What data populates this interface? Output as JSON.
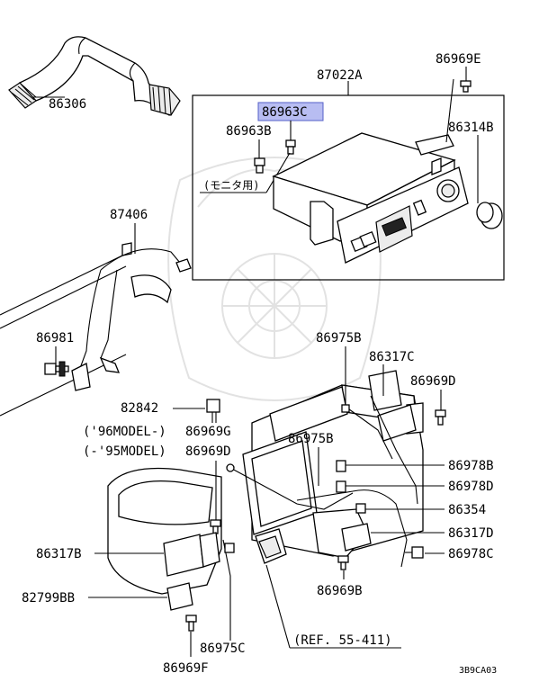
{
  "parts": {
    "p86306": "86306",
    "p87022A": "87022A",
    "p86969E": "86969E",
    "p86963C": "86963C",
    "p86963B": "86963B",
    "p86314B": "86314B",
    "monitor_note": "(モニタ用)",
    "p87406": "87406",
    "p86981": "86981",
    "p86975B_top": "86975B",
    "p86317C": "86317C",
    "p86969D": "86969D",
    "p82842": "82842",
    "model96": "('96MODEL-)",
    "p86969G": "86969G",
    "model95": "(-'95MODEL)",
    "p86969D_b": "86969D",
    "p86975B_mid": "86975B",
    "p86978B": "86978B",
    "p86978D": "86978D",
    "p86354": "86354",
    "p86317D": "86317D",
    "p86978C": "86978C",
    "p86317B": "86317B",
    "p86969B": "86969B",
    "p82799BB": "82799BB",
    "ref": "(REF. 55-411)",
    "p86975C": "86975C",
    "p86969F": "86969F",
    "diagram_code": "3B9CA03"
  },
  "colors": {
    "highlight": "#b8bdf2",
    "watermark": "#e2e2e2"
  }
}
